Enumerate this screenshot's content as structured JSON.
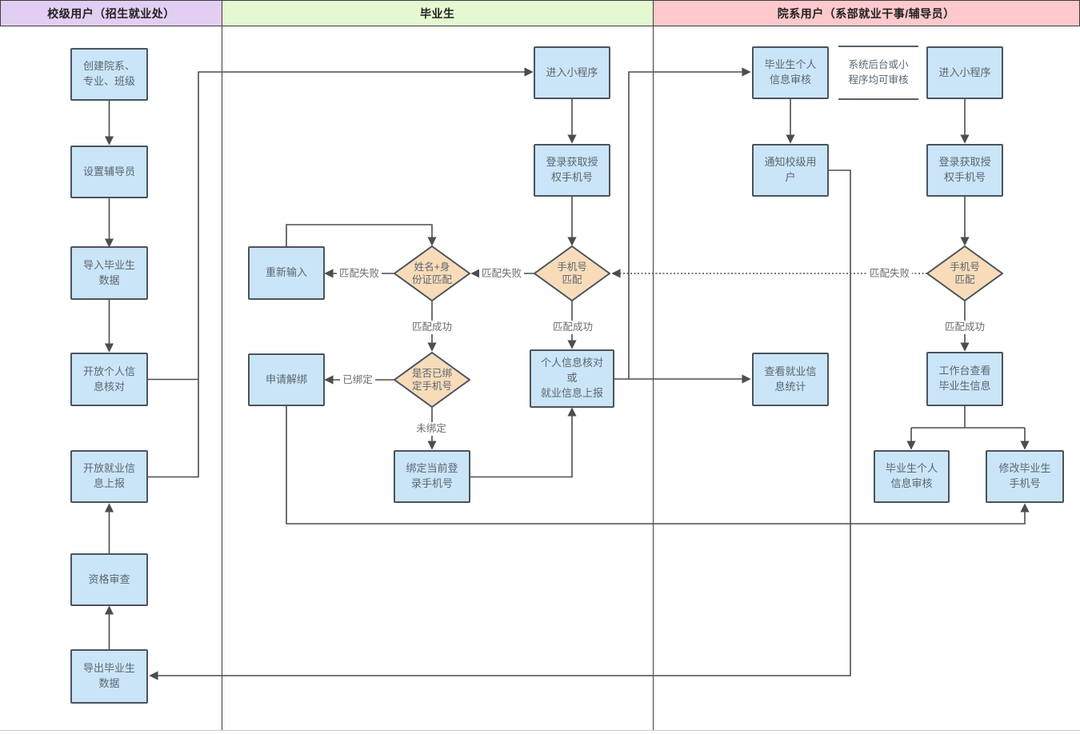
{
  "lanes": [
    {
      "label": "校级用户（招生就业处）",
      "color": "#e3cef3"
    },
    {
      "label": "毕业生",
      "color": "#e4f8d1"
    },
    {
      "label": "院系用户（系部就业干事/辅导员）",
      "color": "#fdc9cc"
    }
  ],
  "colors": {
    "node_fill": "#cbe5f8",
    "node_border": "#4a545e",
    "diamond_fill": "#f8dcb9",
    "edge": "#4d4d4d",
    "lane_border": "#3d3d3d"
  },
  "nodes": {
    "school": {
      "create_org": "创建院系、\n专业、班级",
      "set_counselor": "设置辅导员",
      "import_data": "导入毕业生\n数据",
      "open_info_check": "开放个人信\n息核对",
      "open_report": "开放就业信\n息上报",
      "qualification_review": "资格审查",
      "export_data": "导出毕业生\n数据"
    },
    "graduate": {
      "enter_mini": "进入小程序",
      "login_auth": "登录获取授\n权手机号",
      "phone_match": "手机号\n匹配",
      "name_id_match": "姓名+身\n份证匹配",
      "retry_input": "重新输入",
      "bind_check": "是否已绑\n定手机号",
      "apply_unbind": "申请解绑",
      "bind_phone": "绑定当前登\n录手机号",
      "info_check_report": "个人信息核对\n或\n就业信息上报"
    },
    "department": {
      "grad_audit_top": "毕业生个人\n信息审核",
      "audit_note": "系统后台或小\n程序均可审核",
      "enter_mini": "进入小程序",
      "notify_school": "通知校级用\n户",
      "login_auth": "登录获取授\n权手机号",
      "phone_match": "手机号\n匹配",
      "view_stats": "查看就业信\n息统计",
      "workbench_view": "工作台查看\n毕业生信息",
      "grad_audit_bottom": "毕业生个人\n信息审核",
      "modify_phone": "修改毕业生\n手机号"
    }
  },
  "edge_labels": {
    "match_fail_retry": "匹配失败",
    "match_fail_mid": "匹配失败",
    "match_ok_name": "匹配成功",
    "match_ok_mid": "匹配成功",
    "bound": "已绑定",
    "unbound": "未绑定",
    "match_fail_dept": "匹配失败",
    "match_ok_dept": "匹配成功"
  }
}
